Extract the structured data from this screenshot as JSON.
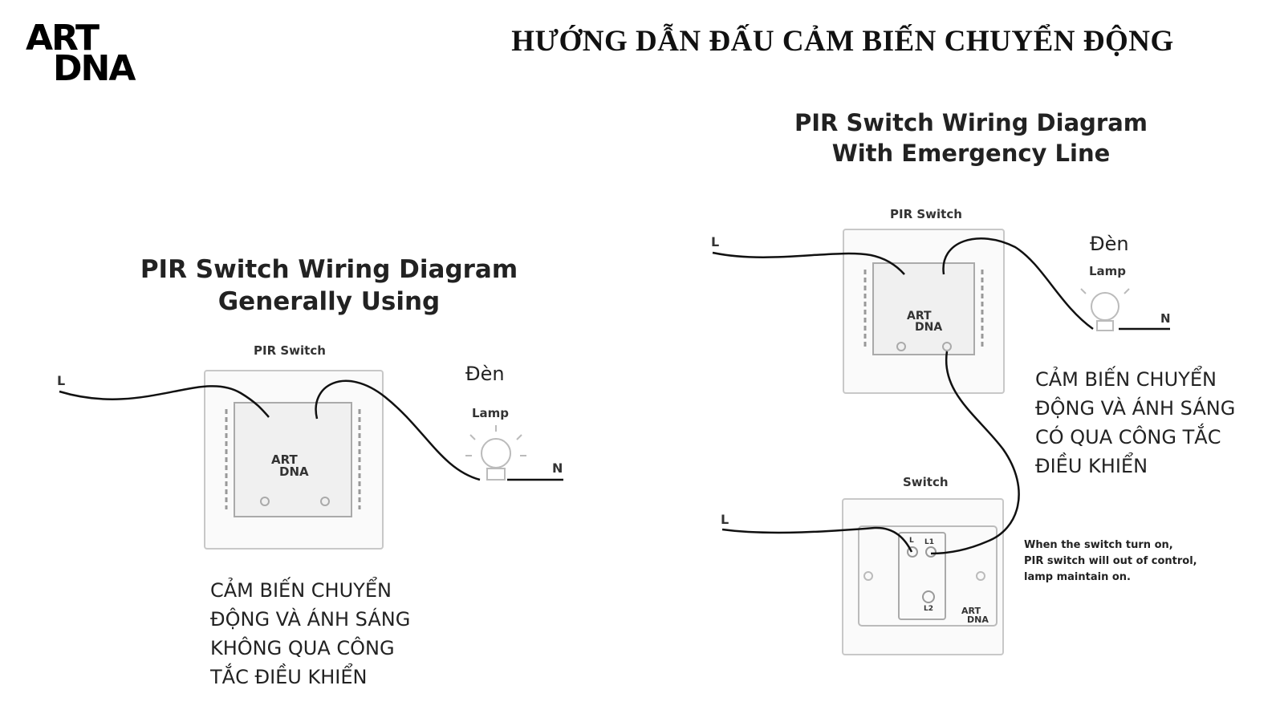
{
  "logo": {
    "line1": "ART",
    "line2": "DNA"
  },
  "main_title": "HƯỚNG DẪN ĐẤU CẢM BIẾN CHUYỂN ĐỘNG",
  "left_diagram": {
    "title_line1": "PIR Switch Wiring Diagram",
    "title_line2": "Generally Using",
    "pir_label": "PIR Switch",
    "live_label": "L",
    "neutral_label": "N",
    "den_label": "Đèn",
    "lamp_label": "Lamp",
    "device_logo_line1": "ART",
    "device_logo_line2": "DNA",
    "caption": [
      "CẢM BIẾN CHUYỂN",
      "ĐỘNG VÀ ÁNH SÁNG",
      "KHÔNG QUA CÔNG",
      "TẮC ĐIỀU KHIỂN"
    ]
  },
  "right_diagram": {
    "title_line1": "PIR Switch Wiring Diagram",
    "title_line2": "With Emergency Line",
    "pir_label": "PIR Switch",
    "switch_label": "Switch",
    "live_label_top": "L",
    "live_label_bottom": "L",
    "neutral_label": "N",
    "den_label": "Đèn",
    "lamp_label": "Lamp",
    "terminal_l": "L",
    "terminal_l1": "L1",
    "terminal_l2": "L2",
    "device_logo_line1": "ART",
    "device_logo_line2": "DNA",
    "switch_logo_line1": "ART",
    "switch_logo_line2": "DNA",
    "caption": [
      "CẢM BIẾN CHUYỂN",
      "ĐỘNG VÀ ÁNH SÁNG",
      "CÓ QUA CÔNG TẮC",
      "ĐIỀU KHIỂN"
    ],
    "note": [
      "When the switch turn on,",
      "PIR switch will out of control,",
      "lamp maintain on."
    ]
  }
}
